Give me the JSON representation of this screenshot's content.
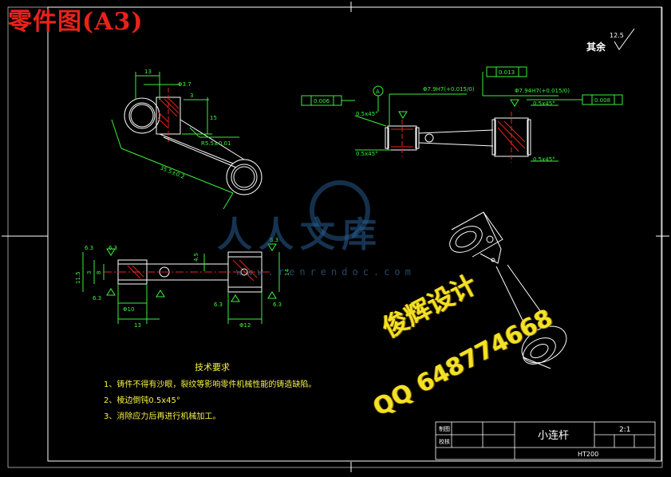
{
  "header": {
    "sheet_title": "零件图(A3)"
  },
  "surface_finish": {
    "label": "其余",
    "value": "12.5"
  },
  "technical_requirements": {
    "heading": "技术要求",
    "items": [
      "1、铸件不得有沙眼，裂纹等影响零件机械性能的铸造缺陷。",
      "2、棱边倒钝0.5x45°",
      "3、消除应力后再进行机械加工。"
    ]
  },
  "title_block": {
    "part_name": "小连杆",
    "scale": "2:1",
    "material": "HT200",
    "label_drawn": "制图",
    "label_checked": "校核"
  },
  "dimensions": {
    "top_left_13": "13",
    "top_left_d3_7": "Φ3.7",
    "top_left_3": "3",
    "top_left_15": "15",
    "top_left_r": "R5.5±0.01",
    "top_left_center": "35.5±0.2",
    "top_right_d10": "Φ7.9H7(+0.015/0)",
    "top_right_d10b": "Φ7.94H7(+0.015/0)",
    "top_right_tol1": "0.006",
    "top_right_tol2": "0.013",
    "top_right_tol3": "0.008",
    "datum_a": "A",
    "chamfer1": "0.5x45°",
    "chamfer2": "0.5x45°",
    "chamfer3": "0.5x45°",
    "chamfer4": "0.5x45°",
    "bottom_d10": "Φ10",
    "bottom_13": "13",
    "bottom_d12": "Φ12",
    "bottom_6_3a": "6.3",
    "bottom_6_3b": "6.3",
    "bottom_6_3c": "6.3",
    "bottom_6_3d": "6.3",
    "bottom_6_3e": "6.3",
    "bottom_6_3f": "6.3",
    "bottom_4_5": "4.5",
    "bottom_14": "14",
    "bottom_11_5": "11.5",
    "bottom_3": "3",
    "bottom_8": "8"
  },
  "watermark": {
    "site_name": "人人文库",
    "site_url": "www.renrendoc.com",
    "designer": "俊辉设计",
    "qq": "QQ 648774668"
  },
  "colors": {
    "background": "#000000",
    "outline": "#ffffff",
    "dimension": "#3df03d",
    "center_line": "#e8231b",
    "hatch": "#e8231b",
    "notes": "#f7f14a",
    "frame_marks": "#ffffff"
  }
}
